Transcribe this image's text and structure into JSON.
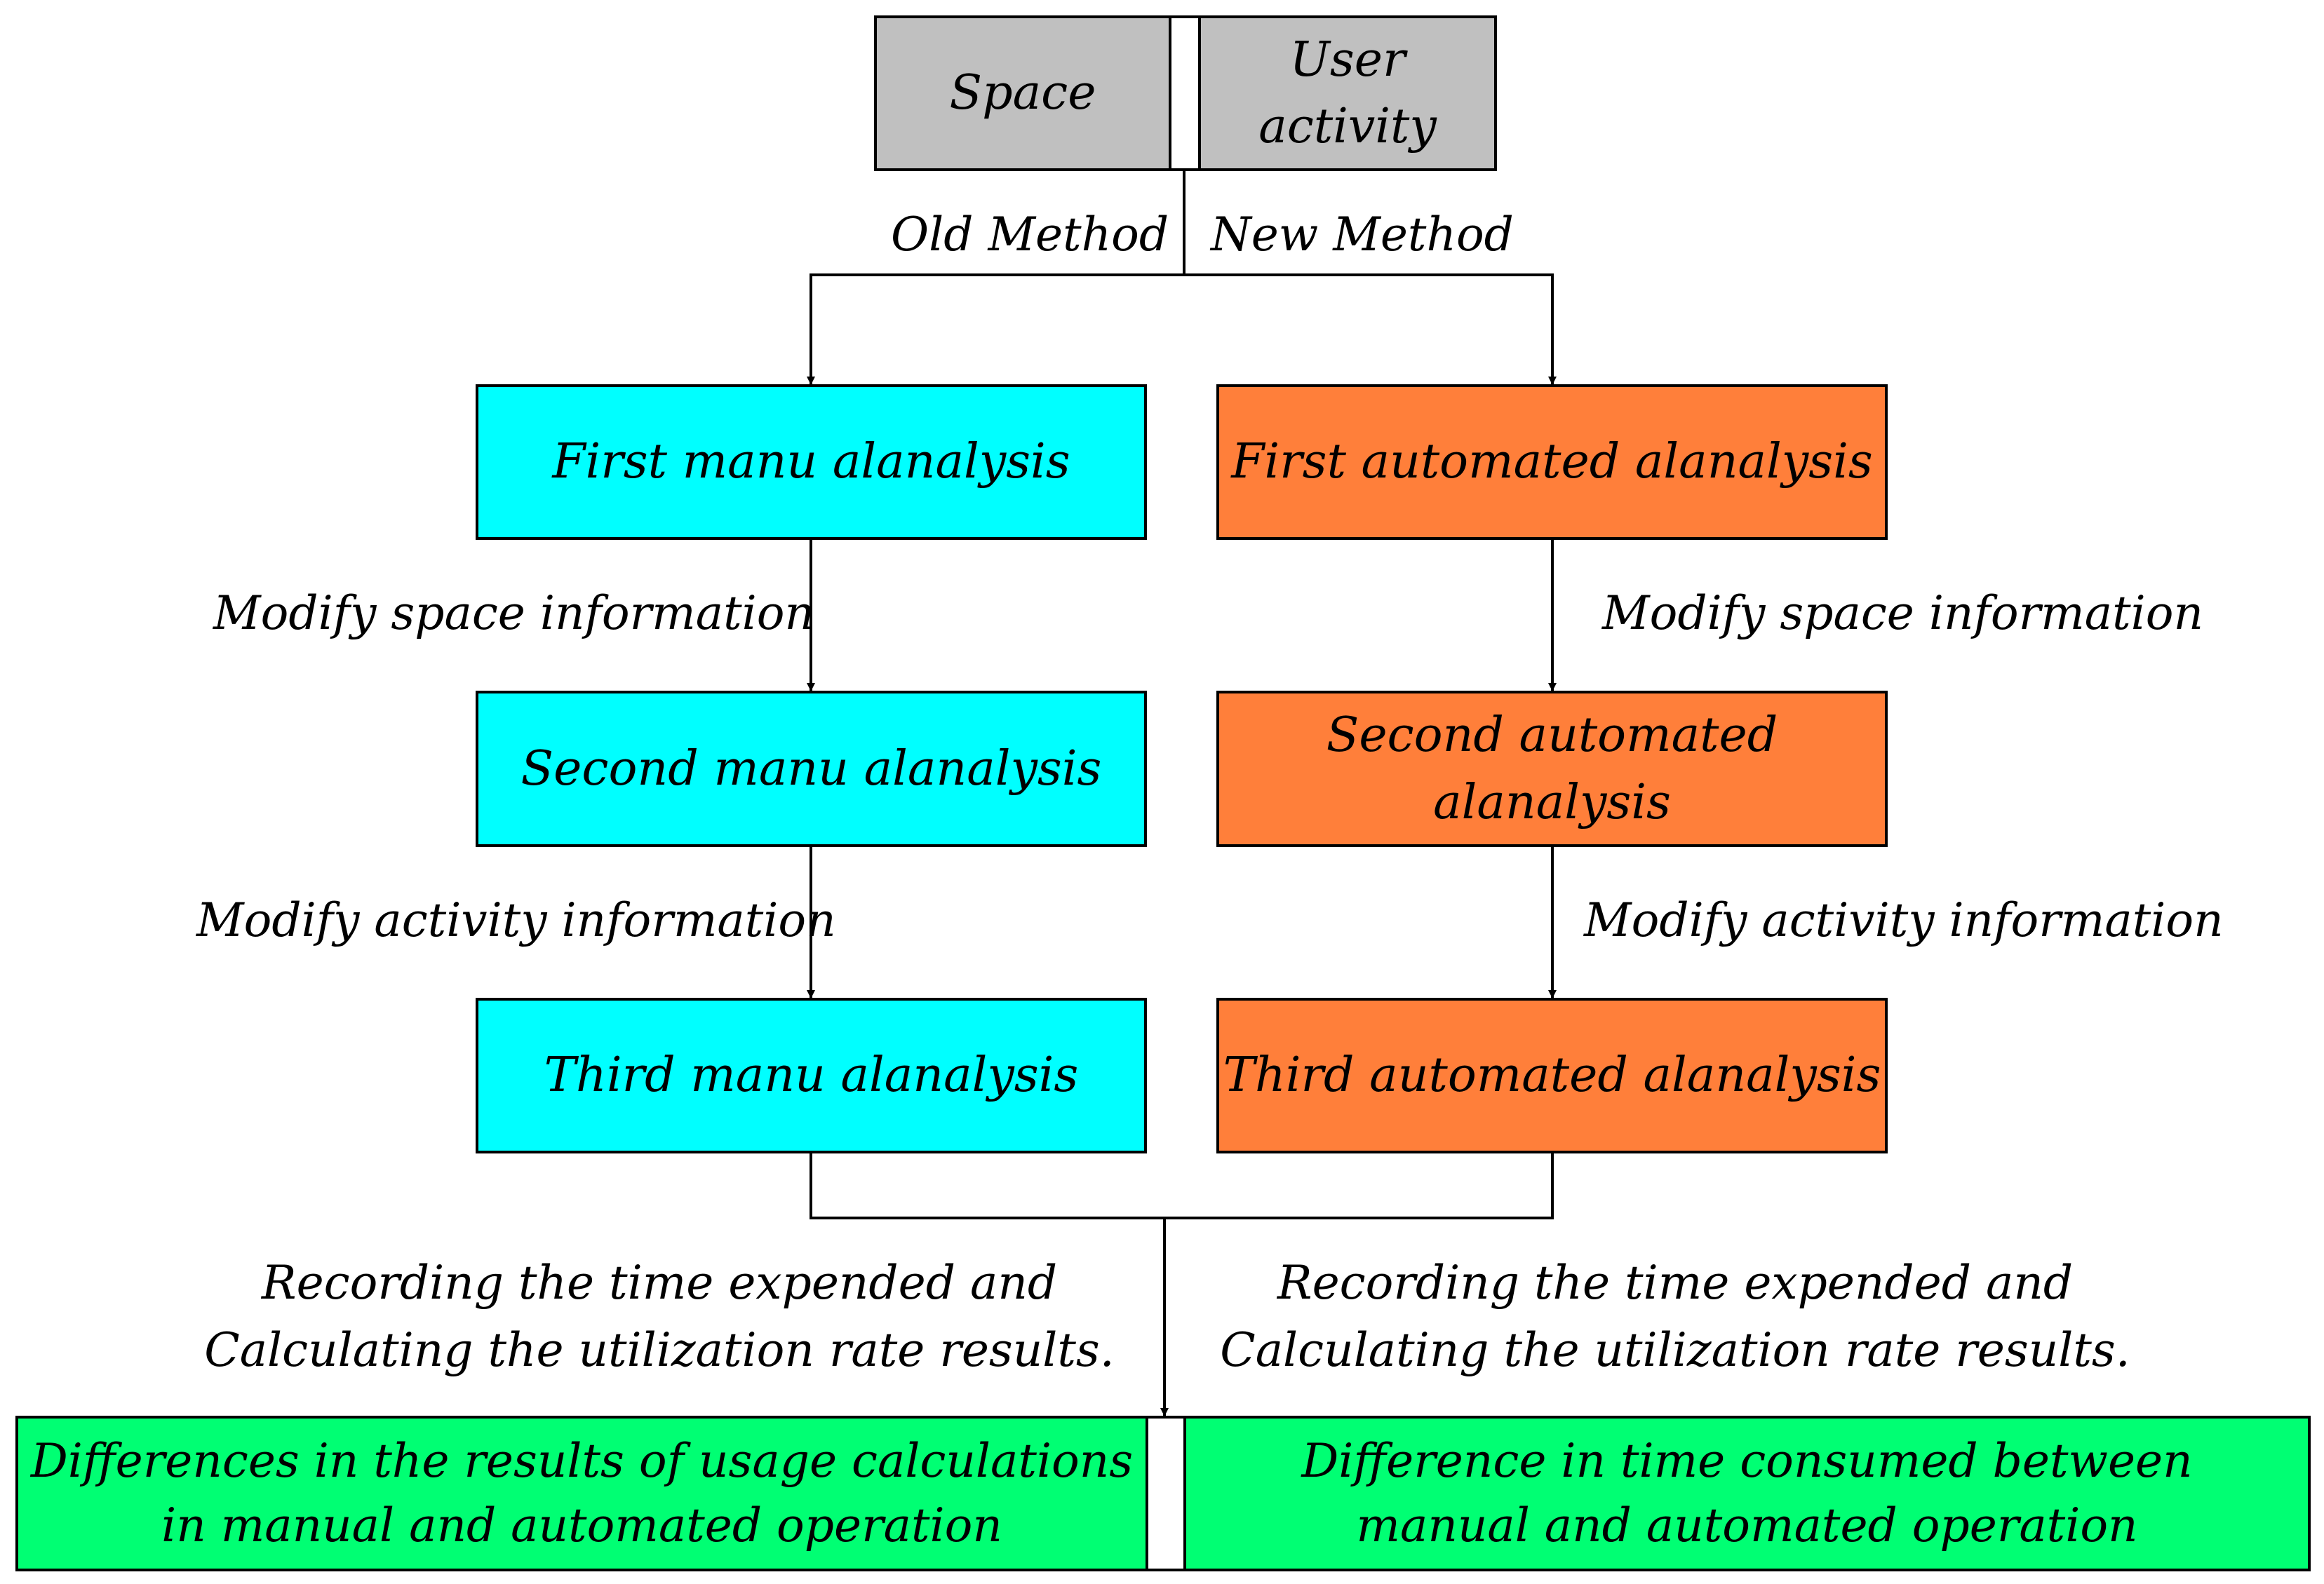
{
  "top": {
    "left_label": "Space",
    "right_label": "User activity"
  },
  "branches": {
    "left": "Old Method",
    "right": "New Method"
  },
  "manual": {
    "first": "First manu alanalysis",
    "second": "Second manu alanalysis",
    "third": "Third manu alanalysis",
    "edge1": "Modify space information",
    "edge2": "Modify activity information"
  },
  "automated": {
    "first": "First automated alanalysis",
    "second": "Second automated alanalysis",
    "third": "Third automated alanalysis",
    "edge1": "Modify space information",
    "edge2": "Modify activity information"
  },
  "recording": {
    "left_line1": "Recording the time expended and",
    "left_line2": "Calculating the utilization rate results.",
    "right_line1": "Recording the time expended and",
    "right_line2": "Calculating the utilization rate results."
  },
  "results": {
    "left_line1": "Differences in the results of usage calculations",
    "left_line2": "in manual and automated operation",
    "right_line1": "Difference in time consumed between",
    "right_line2": "manual and automated operation"
  },
  "colors": {
    "top": "#c0c0c0",
    "manual": "#00ffff",
    "automated": "#ff7f3a",
    "result": "#00ff73"
  }
}
